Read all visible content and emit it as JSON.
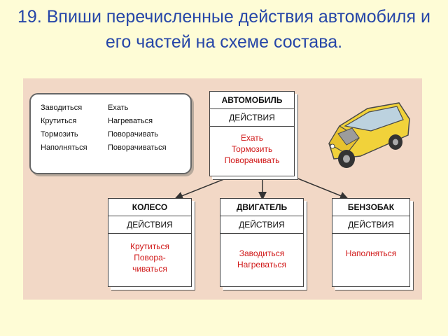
{
  "title": "19. Впиши перечисленные действия автомобиля и его частей на схеме состава.",
  "word_list": {
    "col1": [
      "Заводиться",
      "Крутиться",
      "Тормозить",
      "Наполняться"
    ],
    "col2": [
      "Ехать",
      "Нагреваться",
      "Поворачивать",
      "Поворачиваться"
    ]
  },
  "nodes": {
    "car": {
      "title": "АВТОМОБИЛЬ",
      "sub": "ДЕЙСТВИЯ",
      "actions": [
        "Ехать",
        "Тормозить",
        "Поворачивать"
      ]
    },
    "wheel": {
      "title": "КОЛЕСО",
      "sub": "ДЕЙСТВИЯ",
      "actions": [
        "Крутиться",
        "Повора-",
        "чиваться"
      ]
    },
    "engine": {
      "title": "ДВИГАТЕЛЬ",
      "sub": "ДЕЙСТВИЯ",
      "actions": [
        "Заводиться",
        "Нагреваться"
      ]
    },
    "tank": {
      "title": "БЕНЗОБАК",
      "sub": "ДЕЙСТВИЯ",
      "actions": [
        "Наполняться"
      ]
    }
  },
  "edges": [
    {
      "from": "car",
      "to": "wheel"
    },
    {
      "from": "car",
      "to": "engine"
    },
    {
      "from": "car",
      "to": "tank"
    }
  ],
  "colors": {
    "title": "#2646a8",
    "answer": "#d01818",
    "panel": "#f2d8c6",
    "background": "#fefcd6"
  }
}
